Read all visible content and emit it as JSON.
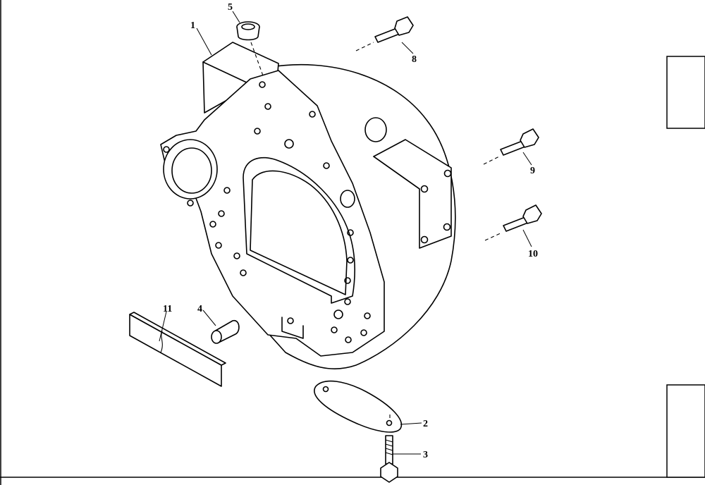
{
  "diagram": {
    "callouts": [
      {
        "id": "1",
        "label": "1"
      },
      {
        "id": "2",
        "label": "2"
      },
      {
        "id": "3",
        "label": "3"
      },
      {
        "id": "4",
        "label": "4"
      },
      {
        "id": "5",
        "label": "5"
      },
      {
        "id": "8",
        "label": "8"
      },
      {
        "id": "9",
        "label": "9"
      },
      {
        "id": "10",
        "label": "10"
      },
      {
        "id": "11",
        "label": "11"
      }
    ]
  }
}
